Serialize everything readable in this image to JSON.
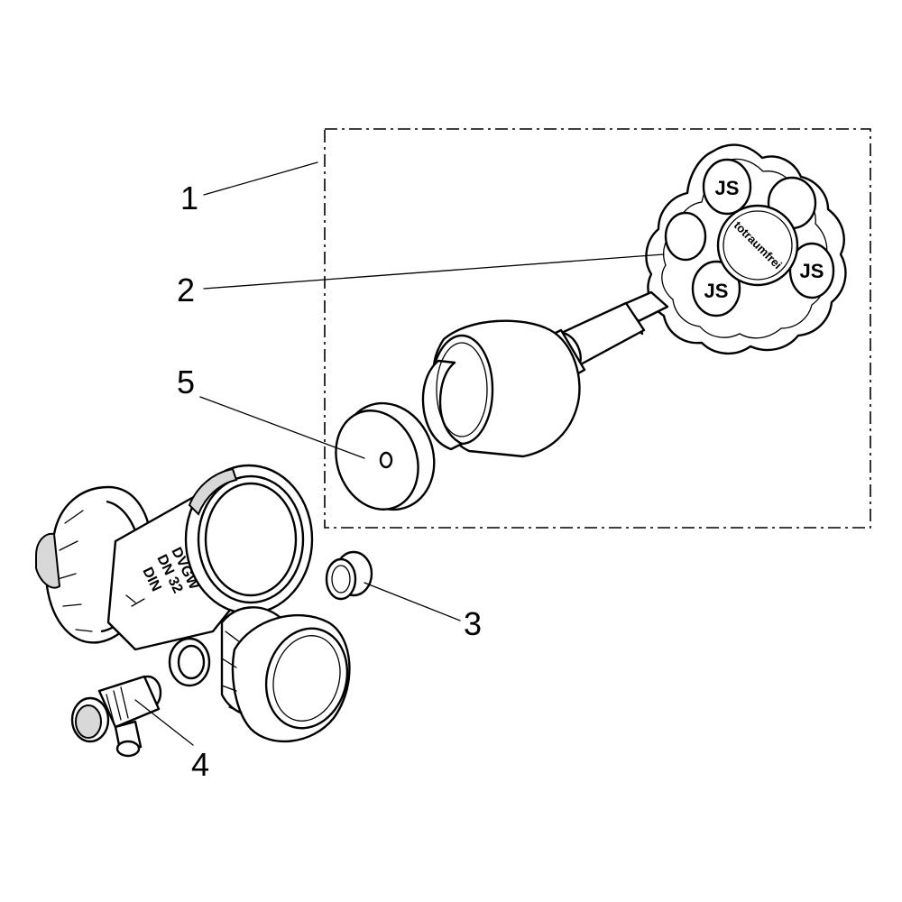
{
  "callouts": [
    {
      "id": "1",
      "label": "1"
    },
    {
      "id": "2",
      "label": "2"
    },
    {
      "id": "3",
      "label": "3"
    },
    {
      "id": "4",
      "label": "4"
    },
    {
      "id": "5",
      "label": "5"
    }
  ],
  "handwheel": {
    "hub_text": "totraumfrei",
    "logo_mark": "JS"
  },
  "valve_body": {
    "marking_line1": "DVGW",
    "marking_line2": "DN 32",
    "marking_line3": "DIN"
  },
  "colors": {
    "line": "#000000",
    "background": "#ffffff",
    "shade": "#d8d8d8"
  }
}
